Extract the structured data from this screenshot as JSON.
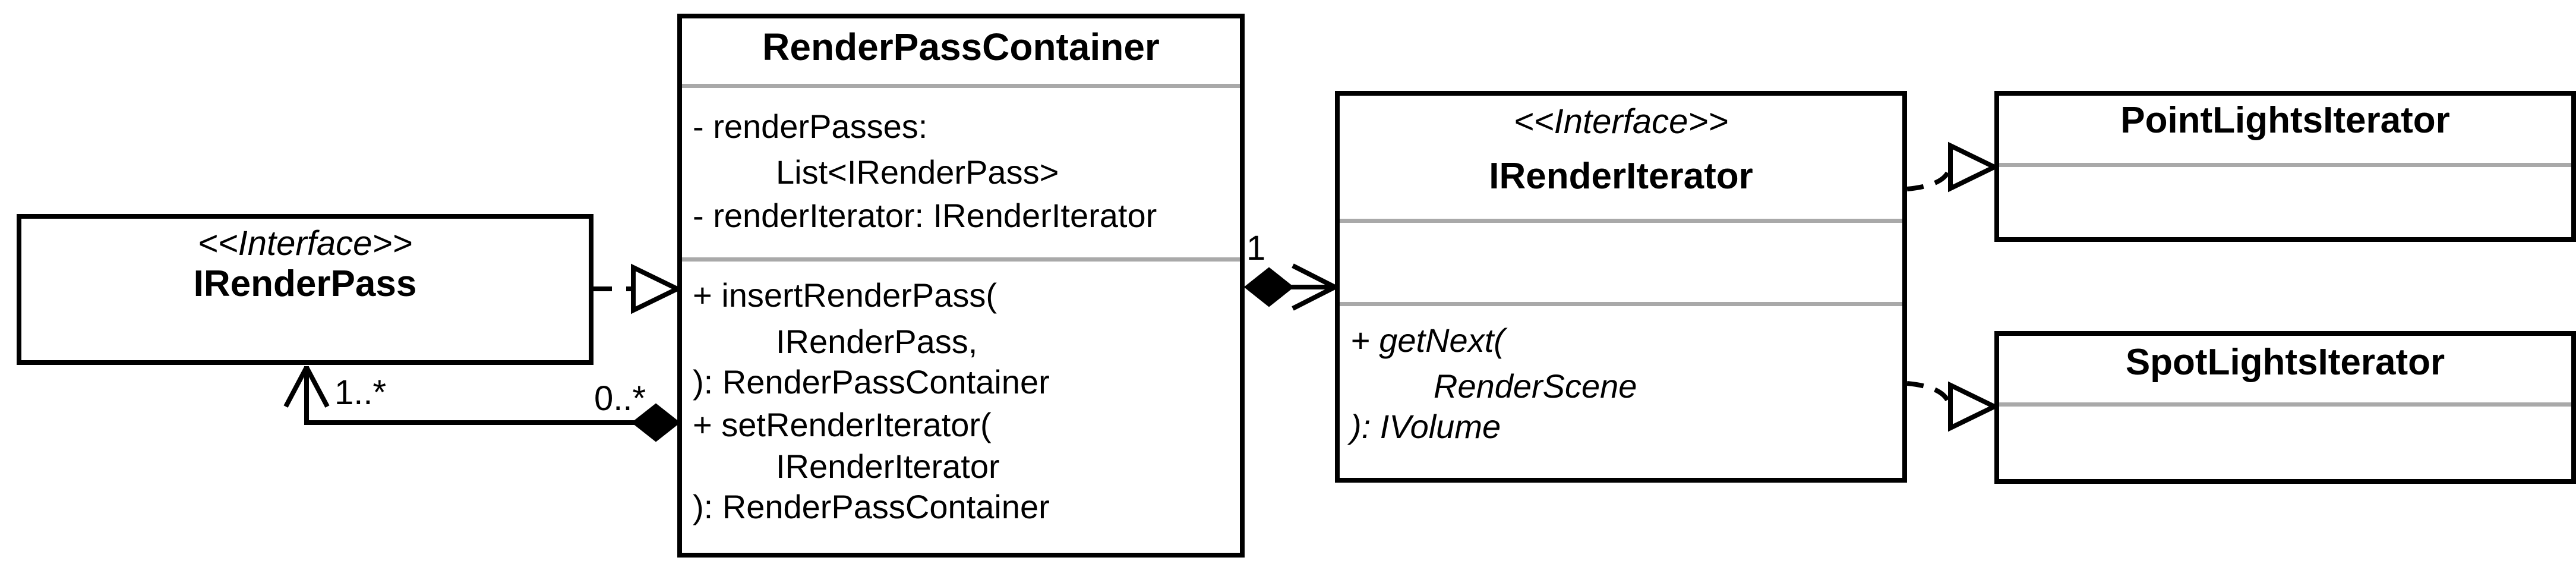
{
  "classes": {
    "irenderpass": {
      "stereotype": "<<Interface>>",
      "name": "IRenderPass"
    },
    "renderpasscontainer": {
      "name": "RenderPassContainer",
      "attributes": [
        "- renderPasses:",
        "List<IRenderPass>",
        "- renderIterator: IRenderIterator"
      ],
      "methods": [
        "+ insertRenderPass(",
        "IRenderPass,",
        "): RenderPassContainer",
        "+ setRenderIterator(",
        "IRenderIterator",
        "): RenderPassContainer"
      ]
    },
    "irenderiterator": {
      "stereotype": "<<Interface>>",
      "name": "IRenderIterator",
      "methods": [
        "+ getNext(",
        "RenderScene",
        "): IVolume"
      ]
    },
    "pointlightsiterator": {
      "name": "PointLightsIterator"
    },
    "spotlightsiterator": {
      "name": "SpotLightsIterator"
    }
  },
  "multiplicities": {
    "renderpass_end": "1..*",
    "container_end": "0..*",
    "iterator_end": "1"
  },
  "colors": {
    "background": "#ffffff",
    "line": "#000000",
    "separator": "#a9a9a9",
    "text": "#000000"
  }
}
